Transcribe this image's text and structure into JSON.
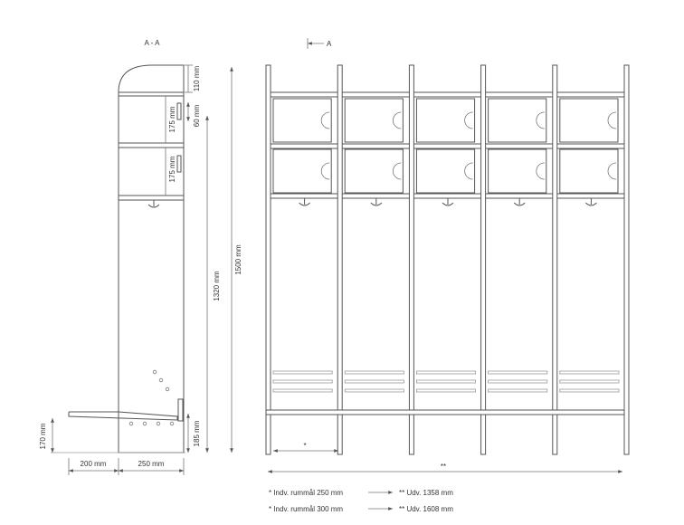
{
  "section": {
    "title": "A - A",
    "arrow_label": "A"
  },
  "dimensions": {
    "top_height": "110 mm",
    "shelf_gap": "60 mm",
    "compartment_1": "175 mm",
    "compartment_2": "175 mm",
    "total_height": "1500 mm",
    "lower_height": "1320 mm",
    "bench_top_height": "185 mm",
    "bench_height": "170 mm",
    "bench_depth": "200 mm",
    "cabinet_depth": "250 mm",
    "unit_width_mark": "*",
    "total_width_mark": "**"
  },
  "legend": [
    {
      "single": "*  Indv. rummål 250 mm",
      "total": "**  Udv. 1358 mm"
    },
    {
      "single": "*  Indv. rummål 300 mm",
      "total": "**  Udv. 1608 mm"
    }
  ],
  "units": 5
}
